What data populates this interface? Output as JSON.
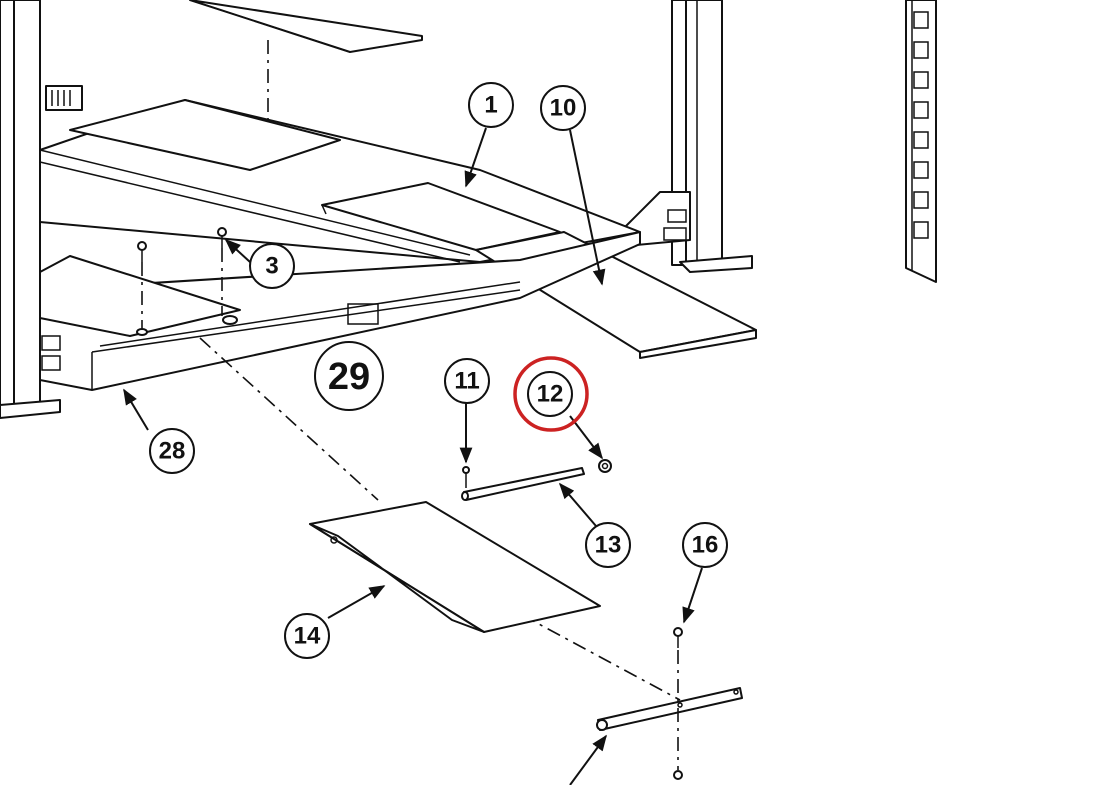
{
  "balloons": {
    "b1": "1",
    "b10": "10",
    "b3": "3",
    "b29": "29",
    "b11": "11",
    "b12": "12",
    "b28": "28",
    "b13": "13",
    "b16": "16",
    "b14": "14"
  },
  "highlighted_callout": "12",
  "colors": {
    "line": "#111111",
    "highlight": "#cc2222",
    "background": "#ffffff"
  }
}
